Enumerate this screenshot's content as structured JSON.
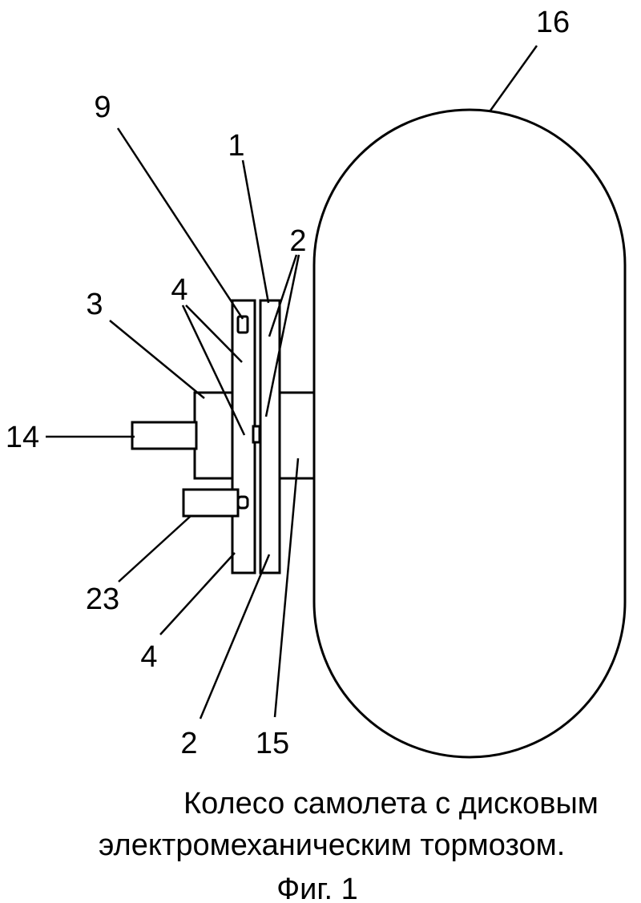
{
  "labels": {
    "l16": "16",
    "l9": "9",
    "l1": "1",
    "l2_top": "2",
    "l4_top": "4",
    "l3": "3",
    "l14": "14",
    "l23": "23",
    "l4_bottom": "4",
    "l2_bottom": "2",
    "l15": "15"
  },
  "caption": {
    "line1": "Колесо самолета с дисковым",
    "line2": "электромеханическим тормозом.",
    "figure": "Фиг. 1"
  }
}
